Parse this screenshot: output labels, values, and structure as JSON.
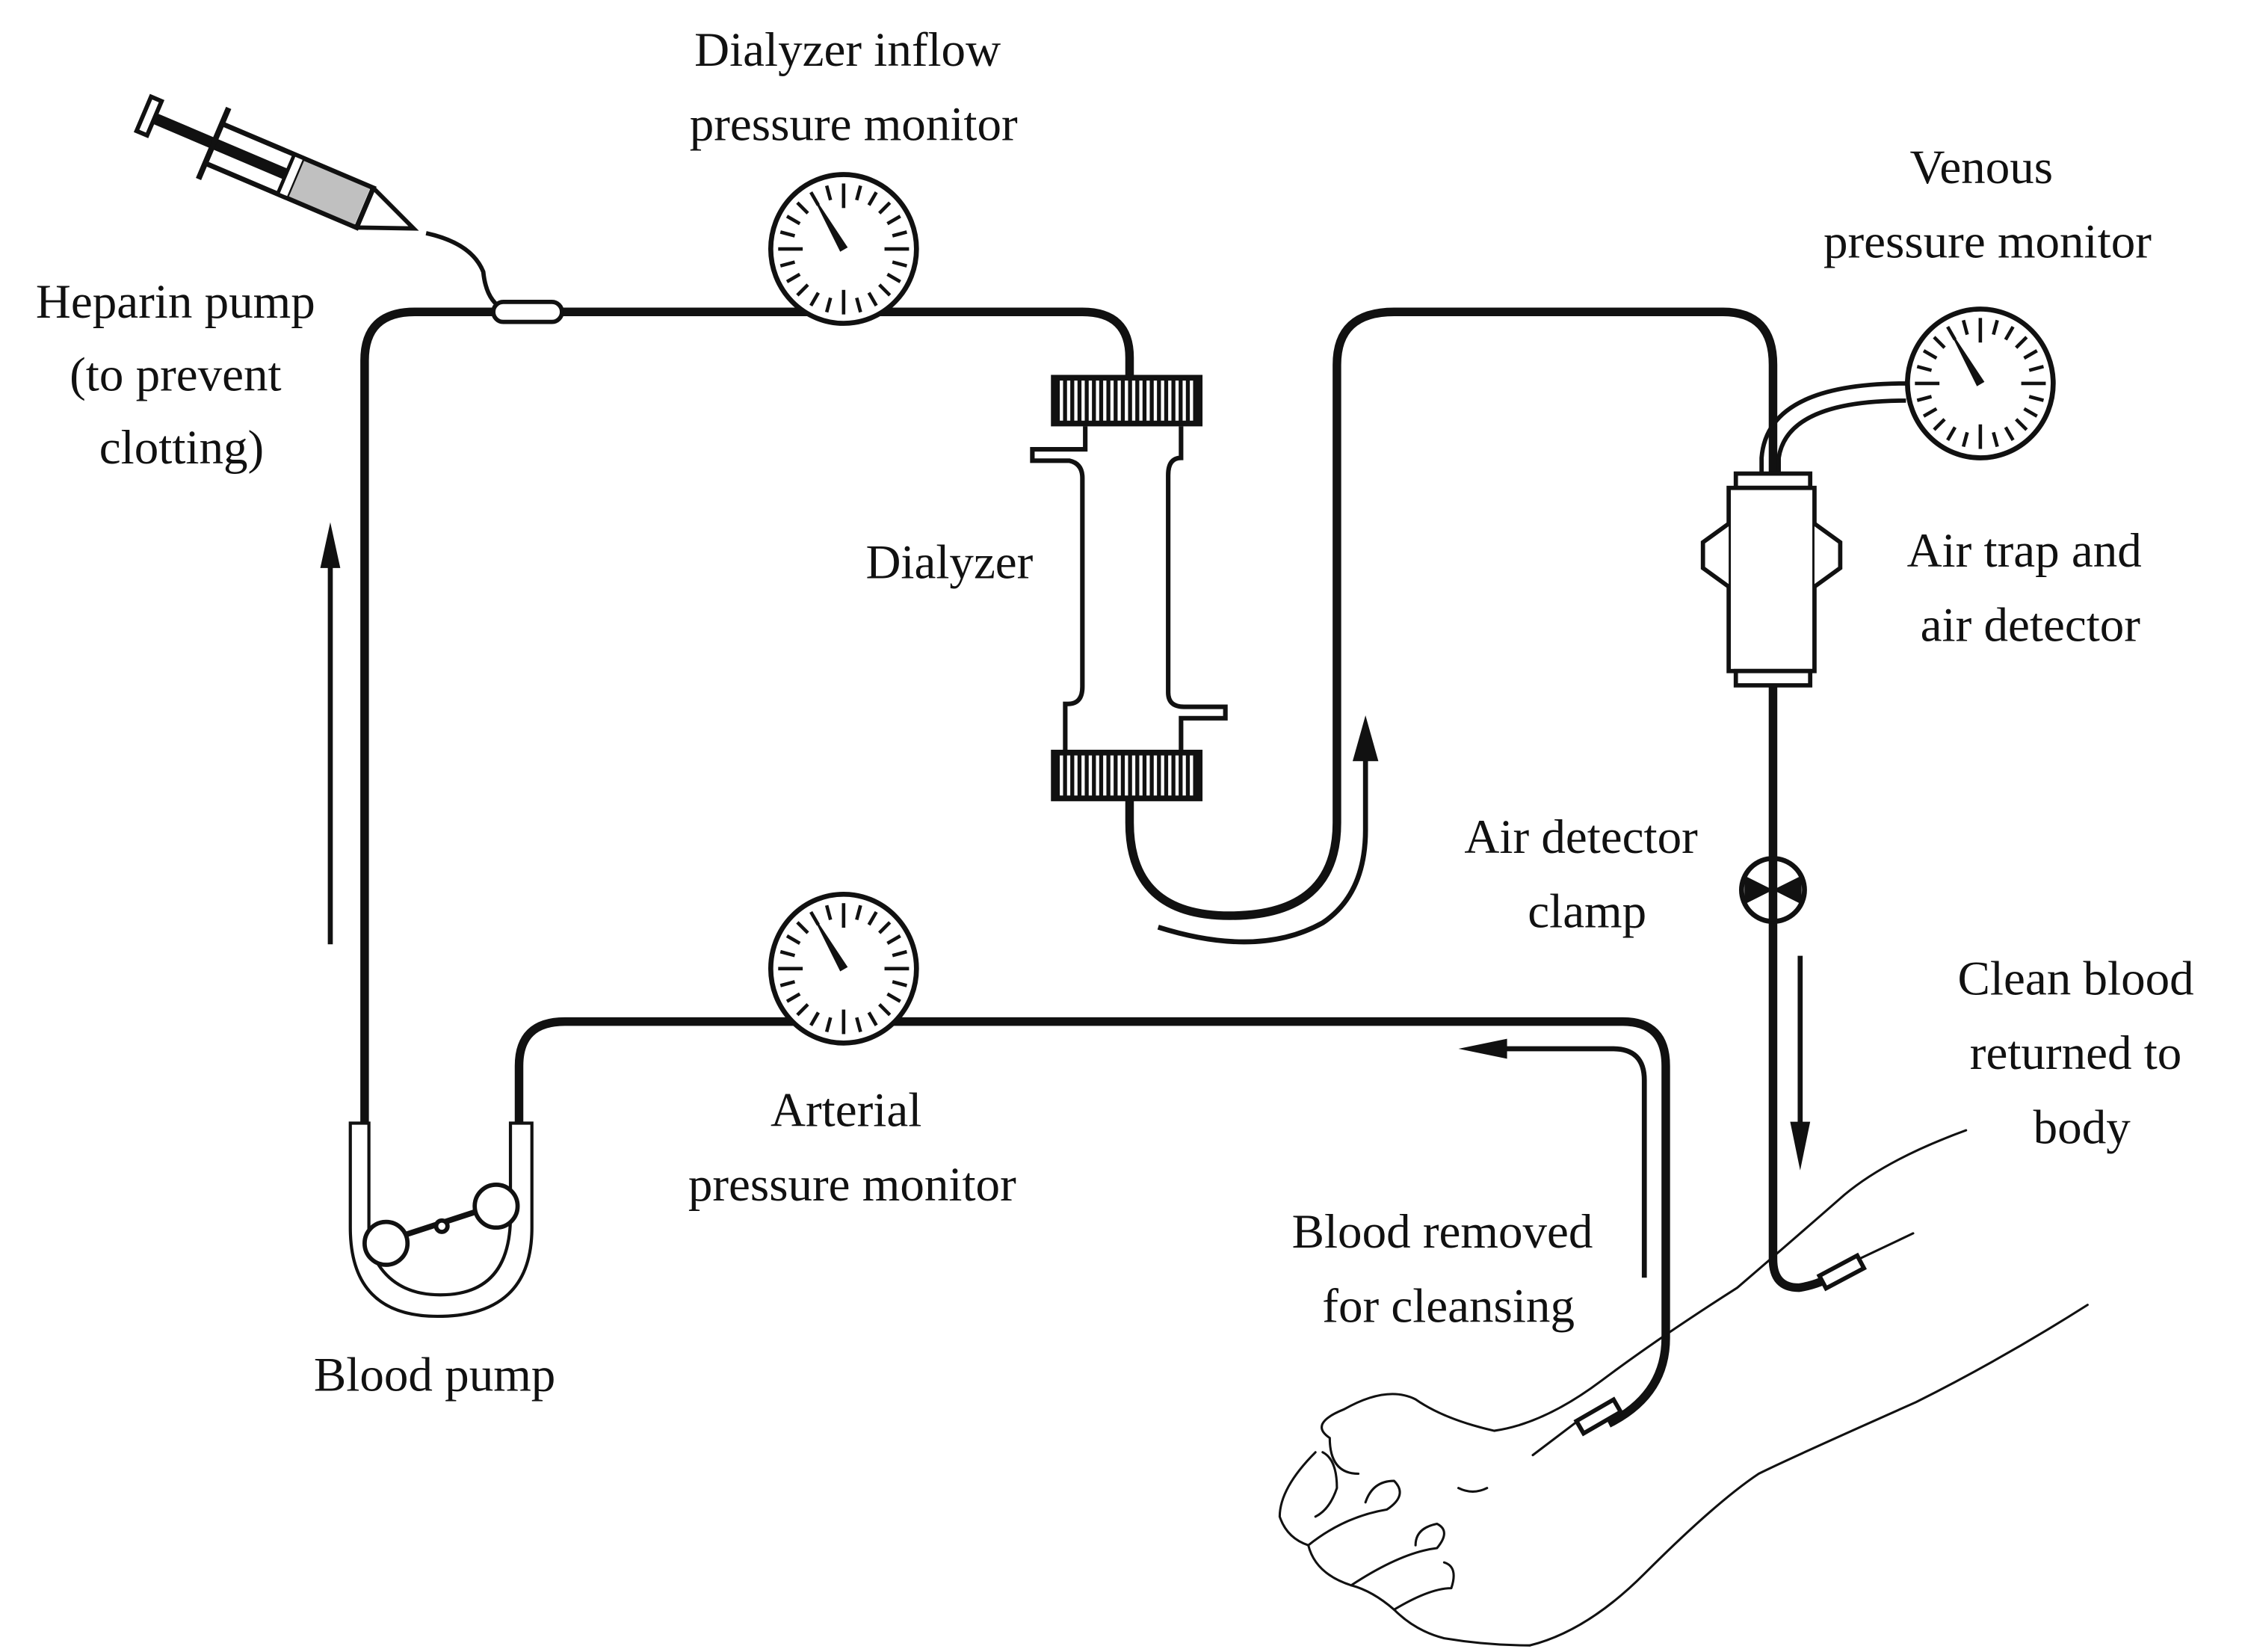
{
  "diagram": {
    "title": "Hemodialysis circuit",
    "labels": {
      "heparin_pump": [
        "Heparin pump",
        "(to prevent",
        "clotting)"
      ],
      "dialyzer_inflow_monitor": [
        "Dialyzer inflow",
        "pressure monitor"
      ],
      "venous_monitor": [
        "Venous",
        "pressure monitor"
      ],
      "dialyzer": [
        "Dialyzer"
      ],
      "air_trap": [
        "Air trap and",
        "air detector"
      ],
      "air_detector_clamp": [
        "Air detector",
        "clamp"
      ],
      "clean_blood": [
        "Clean blood",
        "returned to",
        "body"
      ],
      "arterial_monitor": [
        "Arterial",
        "pressure monitor"
      ],
      "blood_removed": [
        "Blood removed",
        "for cleansing"
      ],
      "blood_pump": [
        "Blood pump"
      ]
    },
    "components": [
      {
        "id": "heparin-pump",
        "icon": "syringe-icon"
      },
      {
        "id": "dialyzer-inflow-gauge",
        "icon": "pressure-gauge-icon"
      },
      {
        "id": "dialyzer",
        "icon": "dialyzer-cartridge-icon"
      },
      {
        "id": "venous-gauge",
        "icon": "pressure-gauge-icon"
      },
      {
        "id": "air-trap",
        "icon": "air-trap-icon"
      },
      {
        "id": "air-detector-clamp",
        "icon": "clamp-valve-icon"
      },
      {
        "id": "arterial-gauge",
        "icon": "pressure-gauge-icon"
      },
      {
        "id": "blood-pump",
        "icon": "roller-pump-icon"
      },
      {
        "id": "patient-arm",
        "icon": "arm-icon"
      }
    ],
    "flow_arrows": [
      "up-left-side",
      "up-after-dialyzer",
      "down-venous-line",
      "left-arterial-line"
    ],
    "colors": {
      "line": "#111111",
      "syringe_fill": "#c0c0c0",
      "background": "#ffffff"
    }
  }
}
